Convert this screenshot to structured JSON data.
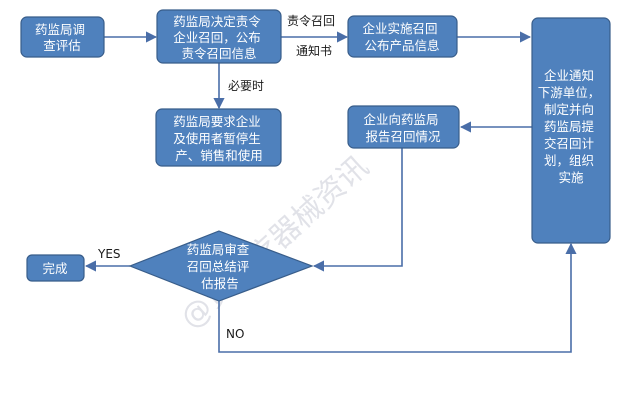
{
  "colors": {
    "node_fill": "#4f81bd",
    "node_stroke": "#385d8a",
    "arrow": "#4a6ea8",
    "background": "#ffffff"
  },
  "nodes": {
    "assess": [
      "药监局调",
      "查评估"
    ],
    "decide": [
      "药监局决定责令",
      "企业召回，公布",
      "责令召回信息"
    ],
    "enterprise_recall": [
      "企业实施召回",
      "公布产品信息"
    ],
    "notify": [
      "企业通知",
      "下游单位，",
      "制定并向",
      "药监局提",
      "交召回计",
      "划，组织",
      "实施"
    ],
    "suspend": [
      "药监局要求企业",
      "及使用者暂停生",
      "产、销售和使用"
    ],
    "report": [
      "企业向药监局",
      "报告召回情况"
    ],
    "review": [
      "药监局审查",
      "召回总结评",
      "估报告"
    ],
    "done": [
      "完成"
    ]
  },
  "edges": {
    "order_label_1": "责令召回",
    "order_label_2": "通知书",
    "when_needed": "必要时",
    "yes": "YES",
    "no": "NO"
  },
  "watermark": "@贤医疗器械资讯"
}
